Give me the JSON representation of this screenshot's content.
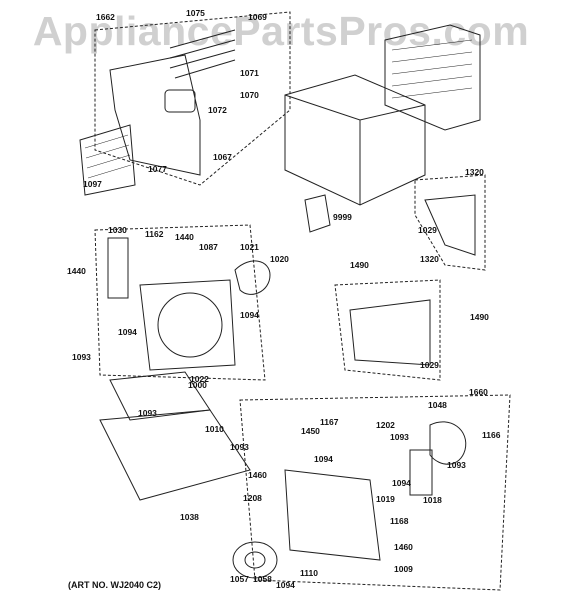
{
  "watermark": "AppliancePartsPros.com",
  "footer_text": "(ART NO. WJ2040 C2)",
  "part_labels": [
    "1662",
    "1075",
    "1069",
    "1071",
    "1070",
    "1072",
    "1067",
    "1077",
    "1097",
    "1320",
    "1029",
    "9999",
    "1030",
    "1162",
    "1440",
    "1087",
    "1021",
    "1020",
    "1440",
    "1094",
    "1094",
    "1093",
    "1022",
    "1000",
    "1490",
    "1320",
    "1490",
    "1029",
    "1093",
    "1010",
    "1093",
    "1167",
    "1450",
    "1202",
    "1093",
    "1048",
    "1660",
    "1166",
    "1094",
    "1093",
    "1460",
    "1208",
    "1019",
    "1094",
    "1018",
    "1038",
    "1168",
    "1057",
    "1058",
    "1094",
    "1110",
    "1009",
    "1460"
  ]
}
